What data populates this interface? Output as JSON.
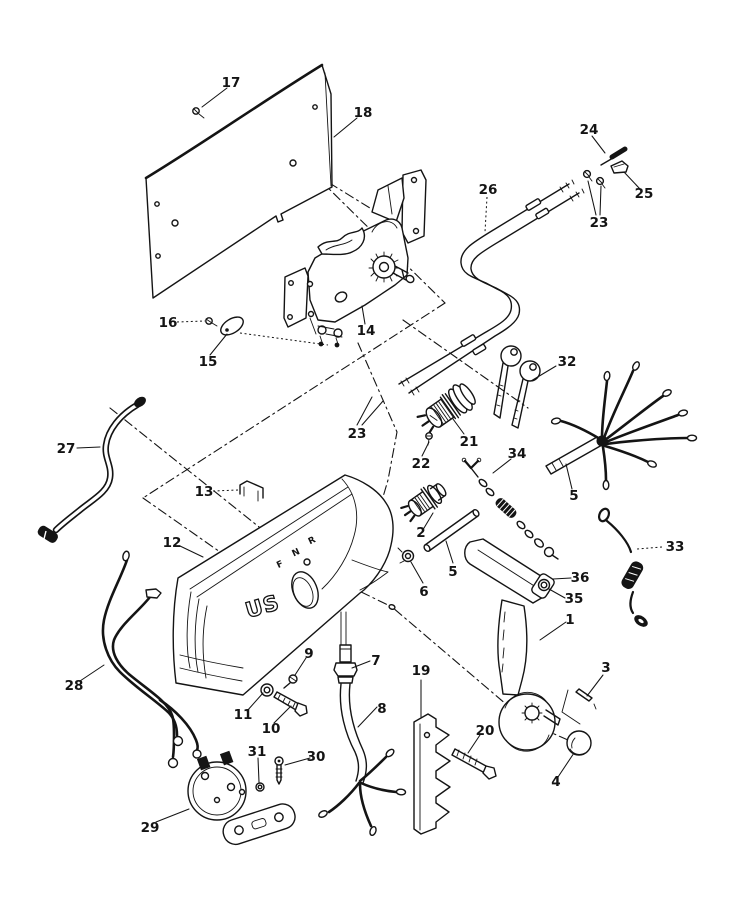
{
  "diagram": {
    "kind": "exploded-parts-diagram",
    "subject": "outboard remote control assembly",
    "background_color": "#ffffff",
    "line_color": "#141414"
  },
  "housing": {
    "logo": "US",
    "letters": [
      "F",
      "N",
      "R"
    ]
  },
  "parts": {
    "1": "1",
    "2": "2",
    "3": "3",
    "4": "4",
    "5": "5",
    "6": "6",
    "7": "7",
    "8": "8",
    "9": "9",
    "10": "10",
    "11": "11",
    "12": "12",
    "13": "13",
    "14": "14",
    "15": "15",
    "16": "16",
    "17": "17",
    "18": "18",
    "19": "19",
    "20": "20",
    "21": "21",
    "22": "22",
    "23": "23",
    "24": "24",
    "25": "25",
    "26": "26",
    "27": "27",
    "28": "28",
    "29": "29",
    "30": "30",
    "31": "31",
    "32": "32",
    "33": "33",
    "34": "34",
    "35": "35",
    "36": "36"
  }
}
